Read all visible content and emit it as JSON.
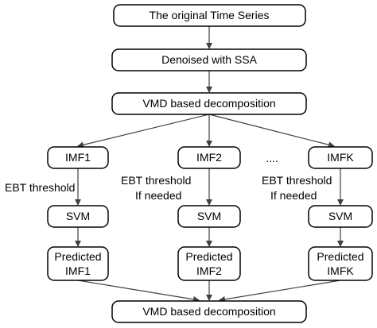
{
  "nodes": {
    "original": "The original Time Series",
    "denoised": "Denoised with SSA",
    "vmd_top": "VMD based decomposition",
    "imf1": "IMF1",
    "imf2": "IMF2",
    "imfk": "IMFK",
    "svm1": "SVM",
    "svm2": "SVM",
    "svmk": "SVM",
    "pred1": [
      "Predicted",
      "IMF1"
    ],
    "pred2": [
      "Predicted",
      "IMF2"
    ],
    "predk": [
      "Predicted",
      "IMFK"
    ],
    "vmd_bottom": "VMD based decomposition"
  },
  "labels": {
    "ebt1": "EBT threshold",
    "ebt2": [
      "EBT threshold",
      "If needed"
    ],
    "ebtk": [
      "EBT threshold",
      "If needed"
    ],
    "ellipsis": "...."
  }
}
